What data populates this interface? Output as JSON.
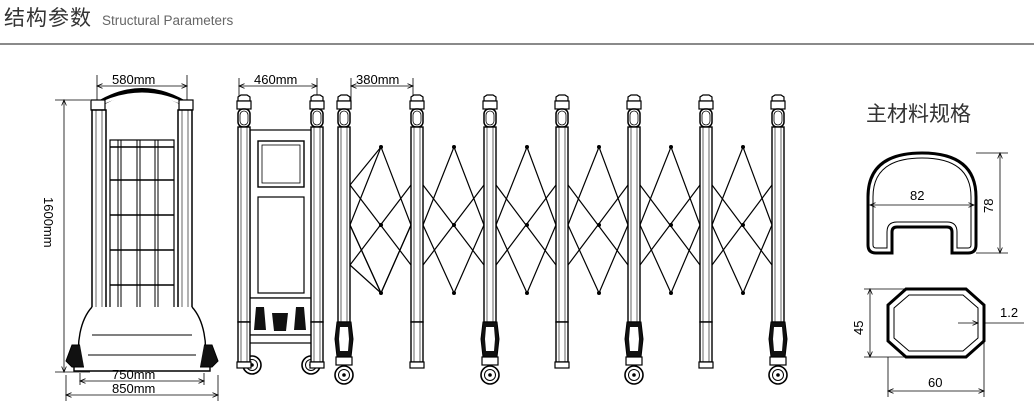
{
  "header": {
    "title_cn": "结构参数",
    "title_en": "Structural Parameters"
  },
  "front_view": {
    "top_width": "580mm",
    "height": "1600mm",
    "base_inner_width": "750mm",
    "base_outer_width": "850mm"
  },
  "side_view": {
    "cabinet_width": "460mm",
    "segment_pitch": "380mm"
  },
  "material_specs": {
    "title": "主材料规格",
    "profile_a": {
      "width": "82",
      "height": "78"
    },
    "profile_b": {
      "width": "60",
      "height": "45",
      "thickness": "1.2"
    }
  },
  "colors": {
    "line": "#000000",
    "header_rule": "#8a8a8a"
  }
}
